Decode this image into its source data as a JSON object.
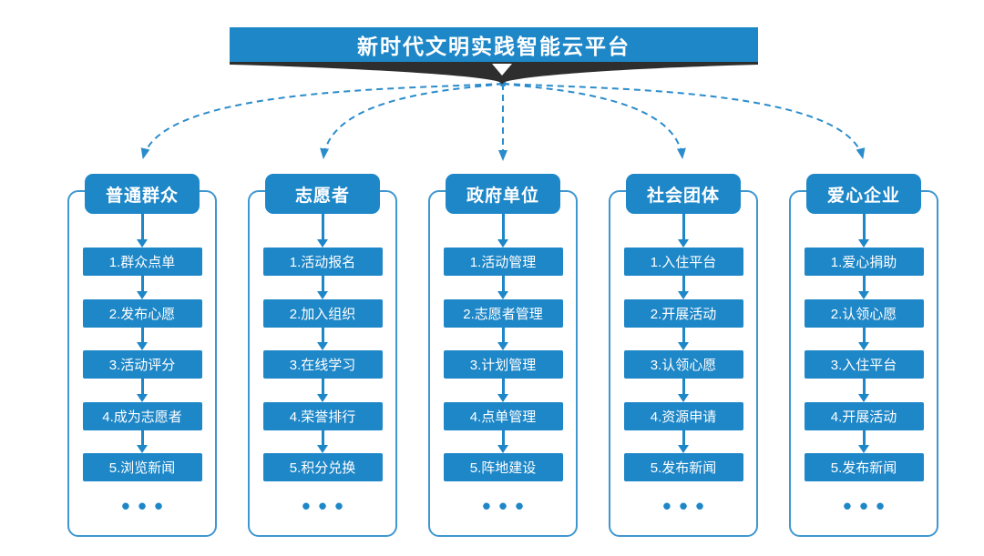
{
  "title": "新时代文明实践智能云平台",
  "colors": {
    "primary": "#1e87c8",
    "outline": "#3f97d0",
    "dark_band": "#2e2e2e",
    "dash": "#2b8ccb",
    "text_on_primary": "#ffffff",
    "background": "#ffffff"
  },
  "columns": [
    {
      "header": "普通群众",
      "steps": [
        "1.群众点单",
        "2.发布心愿",
        "3.活动评分",
        "4.成为志愿者",
        "5.浏览新闻"
      ],
      "more": "•••"
    },
    {
      "header": "志愿者",
      "steps": [
        "1.活动报名",
        "2.加入组织",
        "3.在线学习",
        "4.荣誉排行",
        "5.积分兑换"
      ],
      "more": "•••"
    },
    {
      "header": "政府单位",
      "steps": [
        "1.活动管理",
        "2.志愿者管理",
        "3.计划管理",
        "4.点单管理",
        "5.阵地建设"
      ],
      "more": "•••"
    },
    {
      "header": "社会团体",
      "steps": [
        "1.入住平台",
        "2.开展活动",
        "3.认领心愿",
        "4.资源申请",
        "5.发布新闻"
      ],
      "more": "•••"
    },
    {
      "header": "爱心企业",
      "steps": [
        "1.爱心捐助",
        "2.认领心愿",
        "3.入住平台",
        "4.开展活动",
        "5.发布新闻"
      ],
      "more": "•••"
    }
  ]
}
